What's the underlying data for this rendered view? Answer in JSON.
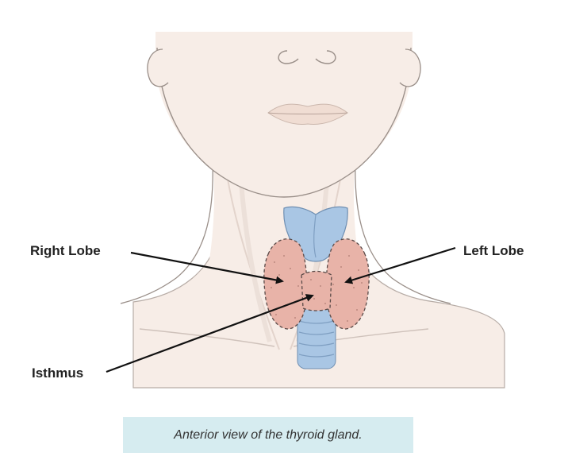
{
  "labels": {
    "right_lobe": "Right Lobe",
    "left_lobe": "Left Lobe",
    "isthmus": "Isthmus"
  },
  "caption": "Anterior view of the thyroid gland.",
  "colors": {
    "skin": "#f7ede7",
    "skin_outline": "#9a8f89",
    "thyroid": "#e8b3a8",
    "thyroid_outline": "#5a4a48",
    "cartilage": "#a9c6e4",
    "cartilage_outline": "#6f8fb2",
    "arrow": "#111111",
    "caption_background": "#d6ecf0"
  }
}
